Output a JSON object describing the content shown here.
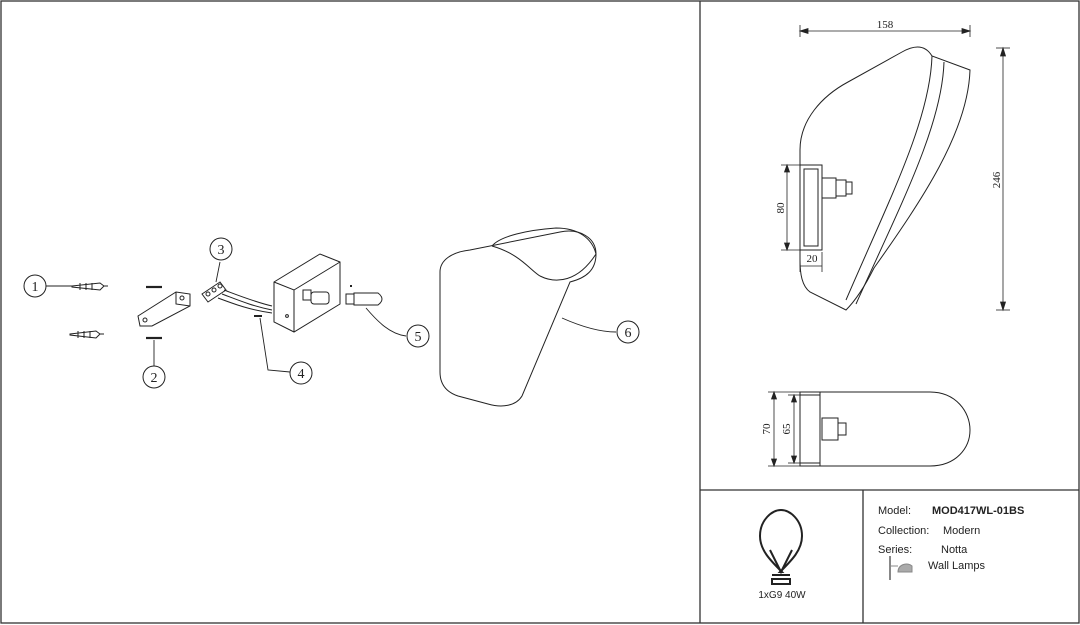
{
  "callouts": [
    "1",
    "2",
    "3",
    "4",
    "5",
    "6"
  ],
  "dimensions": {
    "width": "158",
    "height": "246",
    "mount_height": "80",
    "mount_depth": "20",
    "depth_outer": "70",
    "depth_inner": "65"
  },
  "bulb": {
    "spec": "1xG9 40W"
  },
  "info": {
    "model_label": "Model:",
    "model_value": "MOD417WL-01BS",
    "collection_label": "Collection:",
    "collection_value": "Modern",
    "series_label": "Series:",
    "series_value": "Notta",
    "category_value": "Wall Lamps"
  },
  "colors": {
    "line": "#222222",
    "background": "#ffffff"
  },
  "icons": [
    "light-bulb-icon",
    "wall-lamp-icon"
  ]
}
